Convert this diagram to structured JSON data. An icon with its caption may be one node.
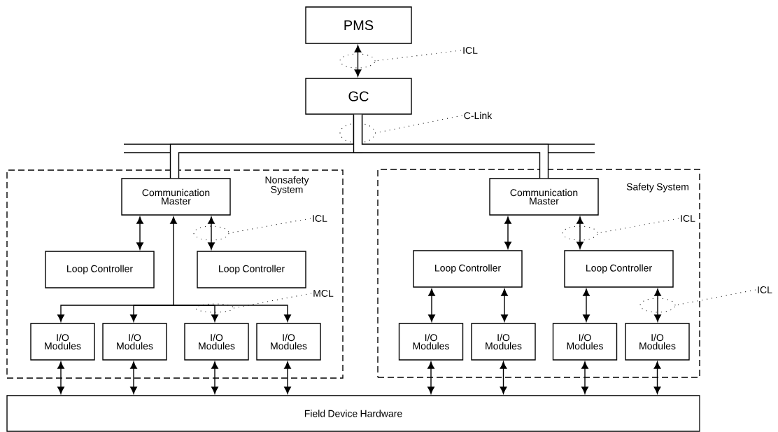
{
  "diagram": {
    "nodes": [
      {
        "text": [
          "PMS"
        ]
      },
      {
        "text": [
          "GC"
        ]
      },
      {
        "text": [
          "ICL"
        ]
      },
      {
        "text": [
          "C-Link"
        ]
      },
      {
        "text": [
          "Nonsafety System"
        ]
      },
      {
        "text": [
          "Communication Master"
        ],
        "in": 4
      },
      {
        "text": [
          "ICL"
        ],
        "in": 4
      },
      {
        "text": [
          "Loop Controller"
        ],
        "in": 4
      },
      {
        "text": [
          "Loop Controller"
        ],
        "in": 4
      },
      {
        "text": [
          "MCL"
        ],
        "in": 4
      },
      {
        "text": [
          "I/O Modules"
        ],
        "in": 4
      },
      {
        "text": [
          "I/O Modules"
        ],
        "in": 4
      },
      {
        "text": [
          "I/O Modules"
        ],
        "in": 4
      },
      {
        "text": [
          "I/O Modules"
        ],
        "in": 4
      },
      {
        "text": [
          "Safety System"
        ]
      },
      {
        "text": [
          "Communication Master"
        ],
        "in": 14
      },
      {
        "text": [
          "ICL"
        ],
        "in": 14
      },
      {
        "text": [
          "Loop Controller"
        ],
        "in": 14
      },
      {
        "text": [
          "Loop Controller"
        ],
        "in": 14
      },
      {
        "text": [
          "ICL"
        ]
      },
      {
        "text": [
          "I/O Modules"
        ],
        "in": 14
      },
      {
        "text": [
          "I/O Modules"
        ],
        "in": 14
      },
      {
        "text": [
          "I/O Modules"
        ],
        "in": 14
      },
      {
        "text": [
          "I/O Modules"
        ],
        "in": 14
      },
      {
        "text": [
          "Field Device Hardware"
        ]
      }
    ],
    "edges": [
      {
        "from": 0,
        "to": 1,
        "arrow": "both"
      },
      {
        "from": 2,
        "to": null,
        "arrow": "none",
        "style": "dashed"
      },
      {
        "from": 3,
        "to": null,
        "arrow": "none",
        "style": "dashed"
      },
      {
        "from": 1,
        "to": 5,
        "arrow": "none",
        "style": "thick"
      },
      {
        "from": 1,
        "to": 15,
        "arrow": "none",
        "style": "thick"
      },
      {
        "from": 5,
        "to": 7,
        "arrow": "both"
      },
      {
        "from": 5,
        "to": 8,
        "arrow": "both"
      },
      {
        "from": 6,
        "to": null,
        "arrow": "none",
        "style": "dashed"
      },
      {
        "from": 5,
        "to": 10,
        "arrow": "both"
      },
      {
        "from": 5,
        "to": 11,
        "arrow": "both"
      },
      {
        "from": 5,
        "to": 12,
        "arrow": "both"
      },
      {
        "from": 5,
        "to": 13,
        "arrow": "both"
      },
      {
        "from": 9,
        "to": null,
        "arrow": "none",
        "style": "dashed"
      },
      {
        "from": 15,
        "to": 17,
        "arrow": "both"
      },
      {
        "from": 15,
        "to": 18,
        "arrow": "both"
      },
      {
        "from": 16,
        "to": null,
        "arrow": "none",
        "style": "dashed"
      },
      {
        "from": 17,
        "to": 20,
        "arrow": "both"
      },
      {
        "from": 17,
        "to": 21,
        "arrow": "both"
      },
      {
        "from": 18,
        "to": 22,
        "arrow": "both"
      },
      {
        "from": 18,
        "to": 23,
        "arrow": "both"
      },
      {
        "from": 19,
        "to": null,
        "arrow": "none",
        "style": "dashed"
      },
      {
        "from": 10,
        "to": 24,
        "arrow": "both"
      },
      {
        "from": 11,
        "to": 24,
        "arrow": "both"
      },
      {
        "from": 12,
        "to": 24,
        "arrow": "both"
      },
      {
        "from": 13,
        "to": 24,
        "arrow": "both"
      },
      {
        "from": 20,
        "to": 24,
        "arrow": "both"
      },
      {
        "from": 21,
        "to": 24,
        "arrow": "both"
      },
      {
        "from": 22,
        "to": 24,
        "arrow": "both"
      },
      {
        "from": 23,
        "to": 24,
        "arrow": "both"
      }
    ]
  }
}
